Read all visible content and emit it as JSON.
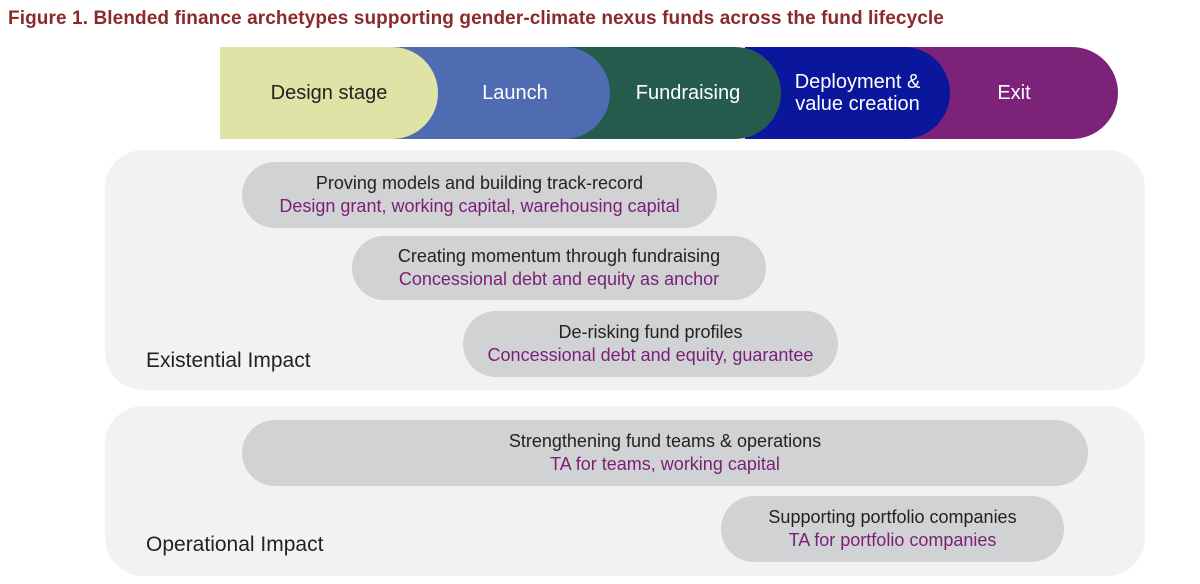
{
  "title": "Figure 1. Blended finance archetypes supporting gender-climate nexus funds across the fund lifecycle",
  "stages": [
    {
      "label": "Design stage",
      "color": "#dfe3a6"
    },
    {
      "label": "Launch",
      "color": "#4f6bb1"
    },
    {
      "label": "Fundraising",
      "color": "#245b4d"
    },
    {
      "label": "Deployment & value creation",
      "line1": "Deployment &",
      "line2": "value creation",
      "color": "#0a179c"
    },
    {
      "label": "Exit",
      "color": "#7c2379"
    }
  ],
  "existential": {
    "label": "Existential Impact",
    "archetypes": [
      {
        "heading": "Proving models and building track-record",
        "instruments": "Design grant, working capital, warehousing capital"
      },
      {
        "heading": "Creating momentum through fundraising",
        "instruments": "Concessional debt and equity as anchor"
      },
      {
        "heading": "De-risking fund profiles",
        "instruments": "Concessional debt and equity, guarantee"
      }
    ]
  },
  "operational": {
    "label": "Operational Impact",
    "archetypes": [
      {
        "heading": "Strengthening fund teams & operations",
        "instruments": "TA for teams, working capital"
      },
      {
        "heading": "Supporting portfolio companies",
        "instruments": "TA for portfolio companies"
      }
    ]
  },
  "colors": {
    "title": "#8b2a2b",
    "panel_bg": "#f1f2f2",
    "pill_bg": "#d1d2d4",
    "instrument_text": "#7a1f77"
  }
}
